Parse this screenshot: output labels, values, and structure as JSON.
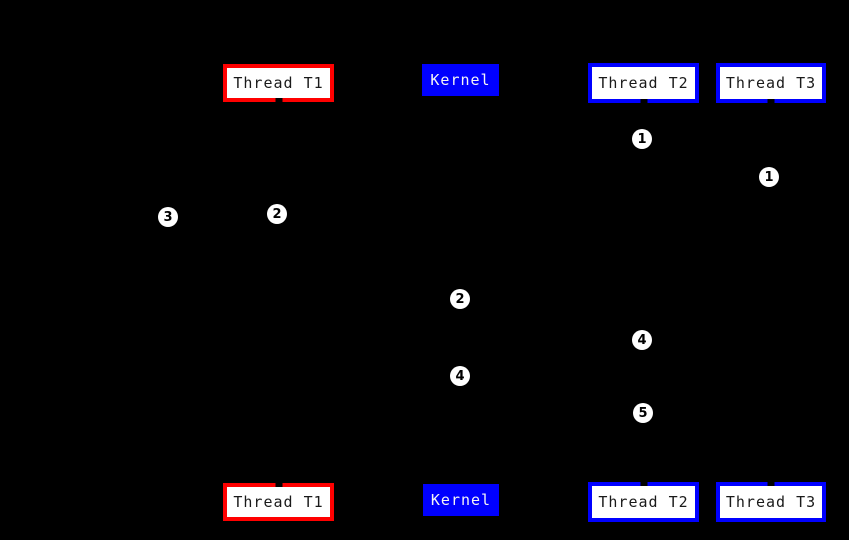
{
  "colors": {
    "background": "#000000",
    "red": "#ff0000",
    "blue": "#0000ff",
    "box_bg": "#ffffff",
    "box_text": "#1a1a1a",
    "kernel_text": "#f5f5f5",
    "marker_bg": "#ffffff",
    "marker_text": "#000000"
  },
  "top_row": {
    "items": [
      {
        "label": "Thread T1"
      },
      {
        "label": "Kernel"
      },
      {
        "label": "Thread T2"
      },
      {
        "label": "Thread T3"
      }
    ]
  },
  "bottom_row": {
    "items": [
      {
        "label": "Thread T1"
      },
      {
        "label": "Kernel"
      },
      {
        "label": "Thread T2"
      },
      {
        "label": "Thread T3"
      }
    ]
  },
  "step_markers": [
    {
      "value": "1"
    },
    {
      "value": "1"
    },
    {
      "value": "2"
    },
    {
      "value": "3"
    },
    {
      "value": "2"
    },
    {
      "value": "4"
    },
    {
      "value": "4"
    },
    {
      "value": "5"
    }
  ]
}
